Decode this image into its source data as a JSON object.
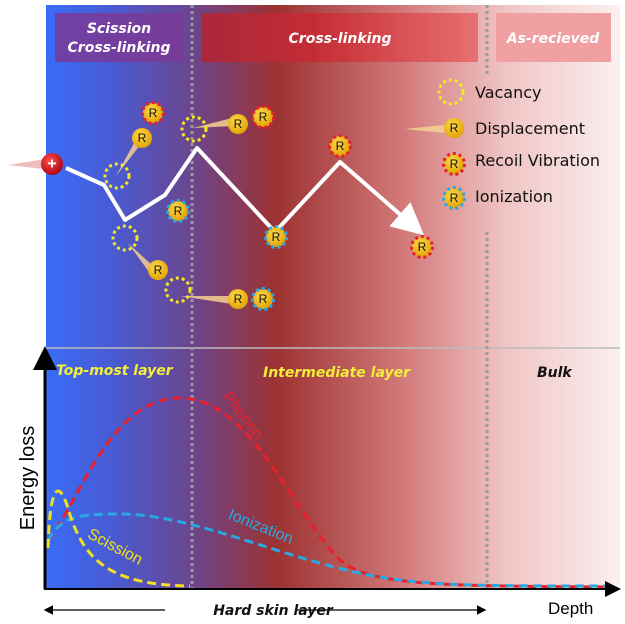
{
  "top_bars": {
    "scission_line1": "Scission",
    "scission_line2": "Cross-linking",
    "crosslinking": "Cross-linking",
    "as_received": "As-recieved"
  },
  "legend": {
    "vacancy": "Vacancy",
    "displacement": "Displacement",
    "recoil": "Recoil Vibration",
    "ionization": "Ionization"
  },
  "particle_letter": "R",
  "layers": {
    "top": "Top-most layer",
    "intermediate": "Intermediate layer",
    "bulk": "Bulk"
  },
  "curves": {
    "phonon": "Phonon",
    "ionization": "Ionization",
    "scission": "Scission"
  },
  "axes": {
    "ylabel": "Energy loss",
    "xlabel": "Depth",
    "hard_skin": "Hard skin layer"
  },
  "colors": {
    "phonon": "#e8202a",
    "ionization": "#2aa8e0",
    "scission": "#f0e020",
    "layer_label": "#f2ee3a"
  }
}
